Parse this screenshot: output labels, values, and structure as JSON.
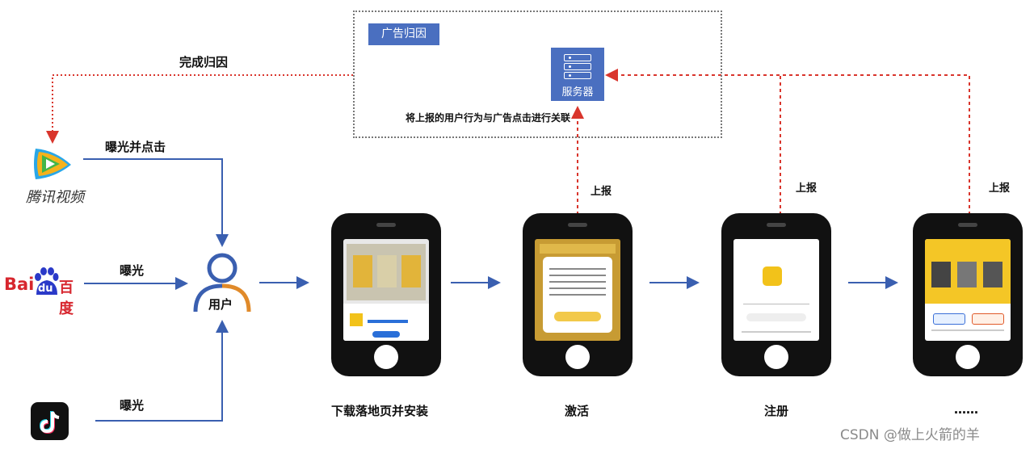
{
  "attribution": {
    "box_title": "广告归因",
    "server_label": "服务器",
    "note": "将上报的用户行为与广告点击进行关联",
    "complete_label": "完成归因"
  },
  "channels": [
    {
      "name": "腾讯视频",
      "action": "曝光并点击"
    },
    {
      "name": "百度",
      "logo_text_left": "Bai",
      "logo_text_paw": "du",
      "logo_text_right": "百度",
      "action": "曝光"
    },
    {
      "name": "抖音",
      "action": "曝光"
    }
  ],
  "user": {
    "label": "用户"
  },
  "steps": [
    {
      "label": "下载落地页并安装"
    },
    {
      "label": "激活",
      "report": "上报"
    },
    {
      "label": "注册",
      "report": "上报"
    },
    {
      "label": "……",
      "report": "上报"
    }
  ],
  "colors": {
    "blue_line": "#3a5fb0",
    "red_dashed": "#d9352c",
    "box_fill": "#4a6fc0",
    "user_orange": "#e08a2a"
  },
  "watermark": "CSDN @做上火箭的羊"
}
